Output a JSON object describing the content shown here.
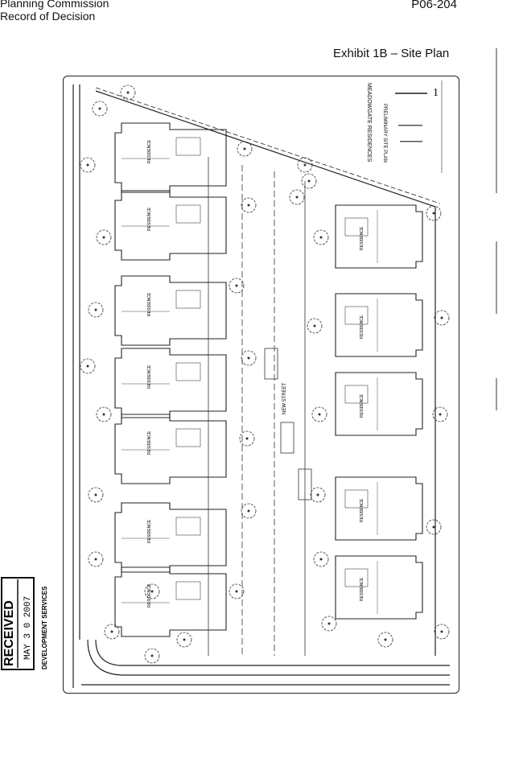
{
  "header": {
    "line1": "Planning Commission",
    "line2": "Record of Decision",
    "case_number": "P06-204"
  },
  "exhibit_title": "Exhibit 1B – Site Plan",
  "plan": {
    "project_title": "MEADOWGATE RESIDENCES",
    "sheet_subtitle": "PRELIMINARY SITE PLAN",
    "sheet_number": "1",
    "street_label": "NEW STREET",
    "lot_labels": [
      "RESIDENCE",
      "RESIDENCE",
      "RESIDENCE",
      "RESIDENCE",
      "RESIDENCE",
      "RESIDENCE",
      "RESIDENCE",
      "RESIDENCE",
      "RESIDENCE",
      "RESIDENCE",
      "RESIDENCE",
      "RESIDENCE"
    ]
  },
  "stamp": {
    "received": "RECEIVED",
    "date": "MAY 3 0 2007",
    "department": "DEVELOPMENT SERVICES"
  }
}
